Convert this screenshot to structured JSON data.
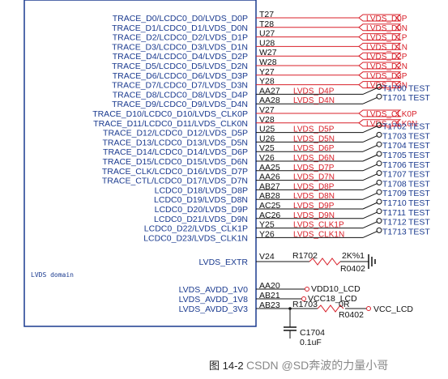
{
  "pins": [
    {
      "name": "TRACE_D0/LCDC0_D0/LVDS_D0P",
      "num": "T27",
      "net": "LVDS_D0P",
      "type": "port"
    },
    {
      "name": "TRACE_D1/LCDC0_D1/LVDS_D0N",
      "num": "T28",
      "net": "LVDS_D0N",
      "type": "port"
    },
    {
      "name": "TRACE_D2/LCDC0_D2/LVDS_D1P",
      "num": "U27",
      "net": "LVDS_D1P",
      "type": "port"
    },
    {
      "name": "TRACE_D3/LCDC0_D3/LVDS_D1N",
      "num": "U28",
      "net": "LVDS_D1N",
      "type": "port"
    },
    {
      "name": "TRACE_D4/LCDC0_D4/LVDS_D2P",
      "num": "W27",
      "net": "LVDS_D2P",
      "type": "port"
    },
    {
      "name": "TRACE_D5/LCDC0_D5/LVDS_D2N",
      "num": "W28",
      "net": "LVDS_D2N",
      "type": "port"
    },
    {
      "name": "TRACE_D6/LCDC0_D6/LVDS_D3P",
      "num": "Y27",
      "net": "LVDS_D3P",
      "type": "port"
    },
    {
      "name": "TRACE_D7/LCDC0_D7/LVDS_D3N",
      "num": "Y28",
      "net": "LVDS_D3N",
      "type": "port"
    },
    {
      "name": "TRACE_D8/LCDC0_D8/LVDS_D4P",
      "num": "AA27",
      "net": "LVDS_D4P",
      "type": "tp",
      "tp": "T1700",
      "tp_label": "TEST"
    },
    {
      "name": "TRACE_D9/LCDC0_D9/LVDS_D4N",
      "num": "AA28",
      "net": "LVDS_D4N",
      "type": "tp",
      "tp": "T1701",
      "tp_label": "TEST"
    },
    {
      "name": "TRACE_D10/LCDC0_D10/LVDS_CLK0P",
      "num": "V27",
      "net": "LVDS_CLK0P",
      "type": "port"
    },
    {
      "name": "TRACE_D11/LCDC0_D11/LVDS_CLK0N",
      "num": "V28",
      "net": "LVDS_CLK0N",
      "type": "port"
    },
    {
      "name": "TRACE_D12/LCDC0_D12/LVDS_D5P",
      "num": "U25",
      "net": "LVDS_D5P",
      "type": "tp",
      "tp": "T1702",
      "tp_label": "TEST"
    },
    {
      "name": "TRACE_D13/LCDC0_D13/LVDS_D5N",
      "num": "U26",
      "net": "LVDS_D5N",
      "type": "tp",
      "tp": "T1703",
      "tp_label": "TEST"
    },
    {
      "name": "TRACE_D14/LCDC0_D14/LVDS_D6P",
      "num": "V25",
      "net": "LVDS_D6P",
      "type": "tp",
      "tp": "T1704",
      "tp_label": "TEST"
    },
    {
      "name": "TRACE_D15/LCDC0_D15/LVDS_D6N",
      "num": "V26",
      "net": "LVDS_D6N",
      "type": "tp",
      "tp": "T1705",
      "tp_label": "TEST"
    },
    {
      "name": "TRACE_CLK/LCDC0_D16/LVDS_D7P",
      "num": "AA25",
      "net": "LVDS_D7P",
      "type": "tp",
      "tp": "T1706",
      "tp_label": "TEST"
    },
    {
      "name": "TRACE_CTL/LCDC0_D17/LVDS_D7N",
      "num": "AA26",
      "net": "LVDS_D7N",
      "type": "tp",
      "tp": "T1707",
      "tp_label": "TEST"
    },
    {
      "name": "LCDC0_D18/LVDS_D8P",
      "num": "AB27",
      "net": "LVDS_D8P",
      "type": "tp",
      "tp": "T1708",
      "tp_label": "TEST"
    },
    {
      "name": "LCDC0_D19/LVDS_D8N",
      "num": "AB28",
      "net": "LVDS_D8N",
      "type": "tp",
      "tp": "T1709",
      "tp_label": "TEST"
    },
    {
      "name": "LCDC0_D20/LVDS_D9P",
      "num": "AC25",
      "net": "LVDS_D9P",
      "type": "tp",
      "tp": "T1710",
      "tp_label": "TEST"
    },
    {
      "name": "LCDC0_D21/LVDS_D9N",
      "num": "AC26",
      "net": "LVDS_D9N",
      "type": "tp",
      "tp": "T1711",
      "tp_label": "TEST"
    },
    {
      "name": "LCDC0_D22/LVDS_CLK1P",
      "num": "Y25",
      "net": "LVDS_CLK1P",
      "type": "tp",
      "tp": "T1712",
      "tp_label": "TEST"
    },
    {
      "name": "LCDC0_D23/LVDS_CLK1N",
      "num": "Y26",
      "net": "LVDS_CLK1N",
      "type": "tp",
      "tp": "T1713",
      "tp_label": "TEST"
    }
  ],
  "extr": {
    "name": "LVDS_EXTR",
    "num": "V24",
    "ref": "R1702",
    "value": "2K%1",
    "package": "R0402"
  },
  "domain_label": "LVDS domain",
  "power": [
    {
      "name": "LVDS_AVDD_1V0",
      "num": "AA20",
      "net": "VDD10_LCD"
    },
    {
      "name": "LVDS_AVDD_1V8",
      "num": "AB21",
      "net": "VCC18_LCD"
    },
    {
      "name": "LVDS_AVDD_3V3",
      "num": "AB23",
      "net": ""
    }
  ],
  "r1703": {
    "ref": "R1703",
    "value": "0R",
    "package": "R0402",
    "net": "VCC_LCD"
  },
  "c1704": {
    "ref": "C1704",
    "value": "0.1uF"
  },
  "caption": "图 14-2",
  "watermark": "CSDN @SD奔波的力量小哥",
  "colors": {
    "body": "#1a3a8f",
    "net": "#d8202a",
    "wire": "#111111",
    "box": "#1a3a8f"
  }
}
